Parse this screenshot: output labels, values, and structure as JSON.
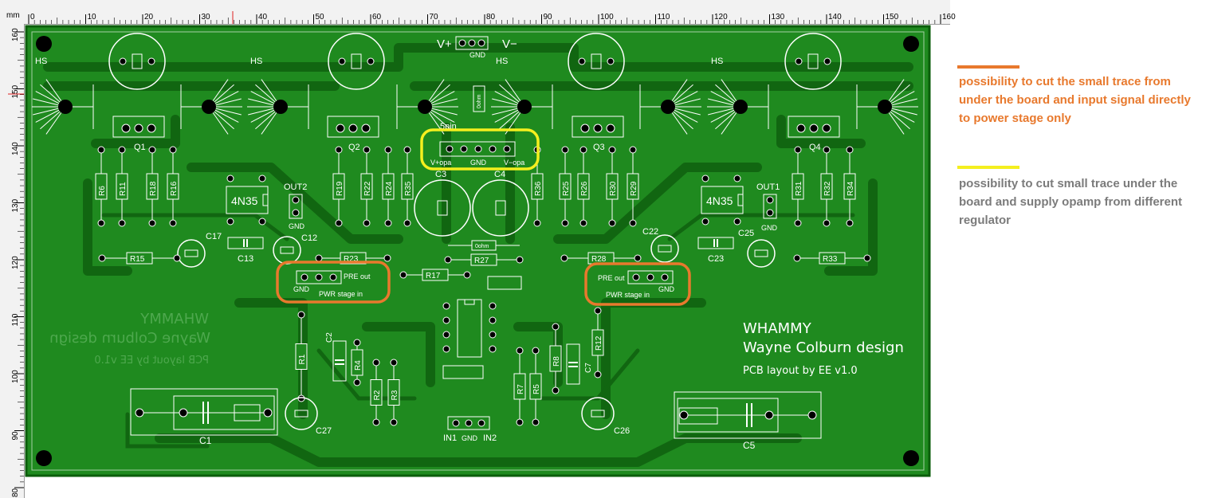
{
  "ruler": {
    "unit": "mm",
    "top_ticks": [
      "0",
      "10",
      "20",
      "30",
      "40",
      "50",
      "60",
      "70",
      "80",
      "90",
      "100",
      "110",
      "120",
      "130",
      "140",
      "150",
      "160"
    ],
    "left_ticks": [
      "160",
      "150",
      "140",
      "130",
      "120",
      "110",
      "100",
      "90",
      "80"
    ]
  },
  "board": {
    "colors": {
      "board": "#1f8a1f",
      "trace": "#116611",
      "silk": "#ffffff",
      "edge": "#0b5d0b"
    },
    "labels": {
      "hs": "HS",
      "q1": "Q1",
      "q2": "Q2",
      "q3": "Q3",
      "q4": "Q4",
      "vplus": "V+",
      "vminus": "V−",
      "gnd": "GND",
      "ohm": "0ohm",
      "pin5": "5pin",
      "vopa_plus": "V+opa",
      "vopa_minus": "V−opa",
      "r6": "R6",
      "r11": "R11",
      "r18": "R18",
      "r16": "R16",
      "r19": "R19",
      "r22": "R22",
      "r24": "R24",
      "r35": "R35",
      "r36": "R36",
      "r25": "R25",
      "r26": "R26",
      "r30": "R30",
      "r29": "R29",
      "r31": "R31",
      "r32": "R32",
      "r34": "R34",
      "c3": "C3",
      "c4": "C4",
      "opto": "4N35",
      "out1": "OUT1",
      "out2": "OUT2",
      "c17": "C17",
      "c12": "C12",
      "c13": "C13",
      "c22": "C22",
      "c25": "C25",
      "c23": "C23",
      "r15": "R15",
      "r23": "R23",
      "r27": "R27",
      "r28": "R28",
      "r33": "R33",
      "r17": "R17",
      "pre_out": "PRE out",
      "pwr_stage_in": "PWR stage in",
      "r1": "R1",
      "c2": "C2",
      "r4": "R4",
      "r2": "R2",
      "r3": "R3",
      "r7": "R7",
      "r5": "R5",
      "r8": "R8",
      "c7": "C7",
      "r12": "R12",
      "c1": "C1",
      "c27": "C27",
      "c26": "C26",
      "c5": "C5",
      "in1": "IN1",
      "in2": "IN2",
      "title": "WHAMMY",
      "designer": "Wayne Colburn design",
      "layout": "PCB layout by EE v1.0"
    }
  },
  "annotations": {
    "orange": {
      "color": "#e8792d",
      "text": "possibility to cut the small trace from under the board and input signal directly to power stage only"
    },
    "yellow": {
      "color": "#f4ef1e",
      "text": "possibility to cut small trace under the board and supply opamp from different regulator"
    }
  }
}
